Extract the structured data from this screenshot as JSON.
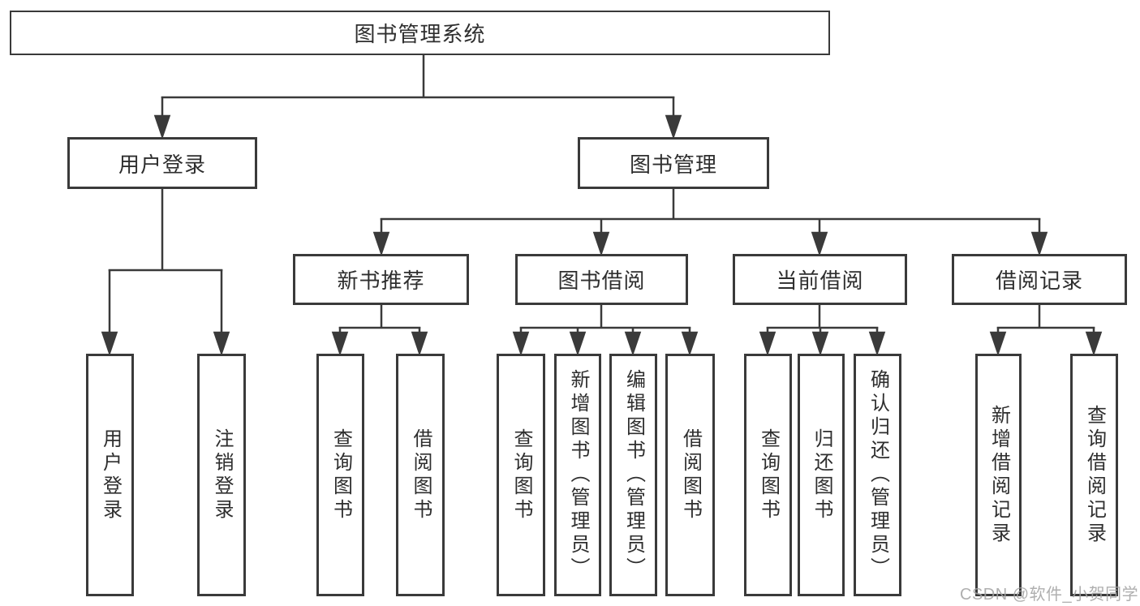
{
  "title": "图书管理系统",
  "tree": {
    "root": {
      "label": "图书管理系统"
    },
    "level2": [
      {
        "label": "用户登录",
        "children": [
          {
            "label": "用户登录"
          },
          {
            "label": "注销登录"
          }
        ]
      },
      {
        "label": "图书管理",
        "children": [
          {
            "label": "新书推荐",
            "children": [
              {
                "label": "查询图书"
              },
              {
                "label": "借阅图书"
              }
            ]
          },
          {
            "label": "图书借阅",
            "children": [
              {
                "label": "查询图书"
              },
              {
                "label": "新增图书（管理员）"
              },
              {
                "label": "编辑图书（管理员）"
              },
              {
                "label": "借阅图书"
              }
            ]
          },
          {
            "label": "当前借阅",
            "children": [
              {
                "label": "查询图书"
              },
              {
                "label": "归还图书"
              },
              {
                "label": "确认归还（管理员）"
              }
            ]
          },
          {
            "label": "借阅记录",
            "children": [
              {
                "label": "新增借阅记录"
              },
              {
                "label": "查询借阅记录"
              }
            ]
          }
        ]
      }
    ]
  },
  "watermark": "CSDN @软件_小贺同学",
  "colors": {
    "line": "#3a3a3a",
    "text": "#2e2e2e",
    "watermark": "#a4a4a4",
    "background": "#ffffff"
  }
}
